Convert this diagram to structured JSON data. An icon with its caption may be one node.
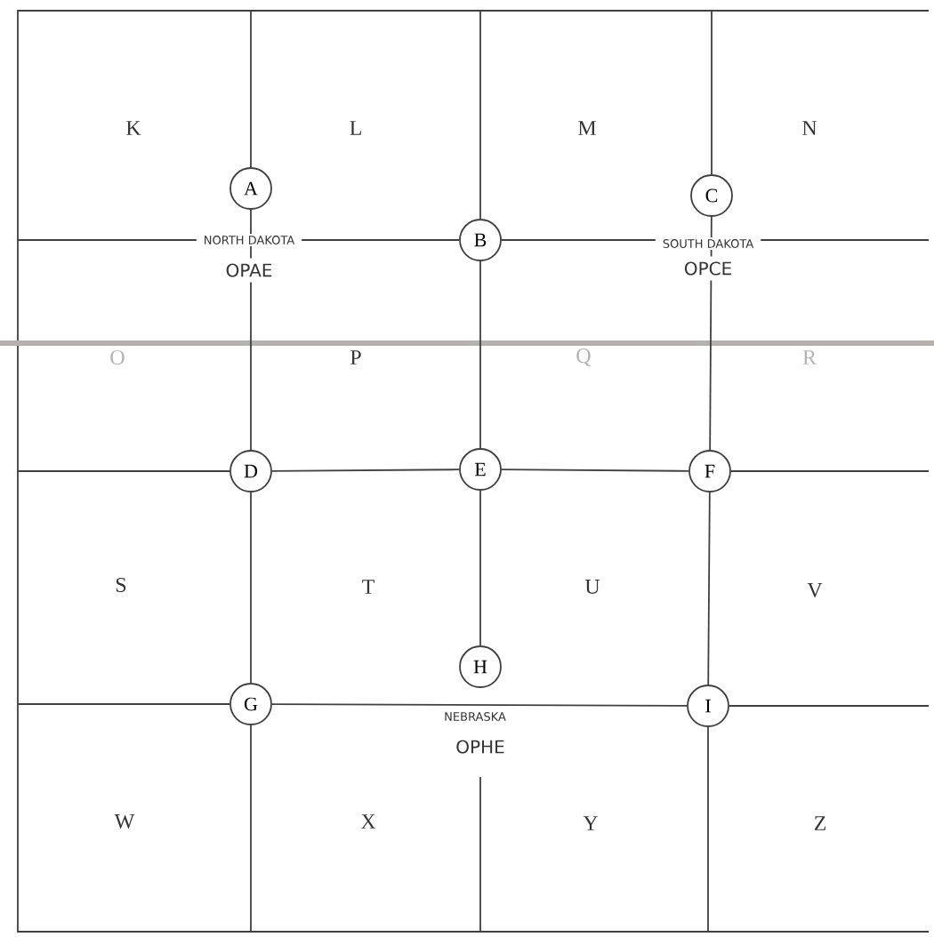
{
  "diagram": {
    "nodes": [
      {
        "text": [
          "A"
        ]
      },
      {
        "text": [
          "B"
        ]
      },
      {
        "text": [
          "C"
        ]
      },
      {
        "text": [
          "D"
        ]
      },
      {
        "text": [
          "E"
        ]
      },
      {
        "text": [
          "F"
        ]
      },
      {
        "text": [
          "G"
        ]
      },
      {
        "text": [
          "H"
        ]
      },
      {
        "text": [
          "I"
        ]
      }
    ],
    "edges": [
      {
        "from": 0,
        "to": 3,
        "arrow": "none"
      },
      {
        "from": 1,
        "to": 4,
        "arrow": "none"
      },
      {
        "from": 2,
        "to": 5,
        "arrow": "none"
      },
      {
        "from": 3,
        "to": 4,
        "arrow": "none"
      },
      {
        "from": 4,
        "to": 5,
        "arrow": "none"
      },
      {
        "from": 3,
        "to": 6,
        "arrow": "none"
      },
      {
        "from": 4,
        "to": 7,
        "arrow": "none"
      },
      {
        "from": 5,
        "to": 8,
        "arrow": "none"
      },
      {
        "from": 6,
        "to": 8,
        "arrow": "none"
      }
    ],
    "labels": [
      "K",
      "L",
      "M",
      "N",
      "NORTH DAKOTA",
      "OPAE",
      "SOUTH DAKOTA",
      "OPCE",
      "O",
      "P",
      "Q",
      "R",
      "S",
      "T",
      "U",
      "V",
      "NEBRASKA",
      "OPHE",
      "W",
      "X",
      "Y",
      "Z"
    ]
  }
}
